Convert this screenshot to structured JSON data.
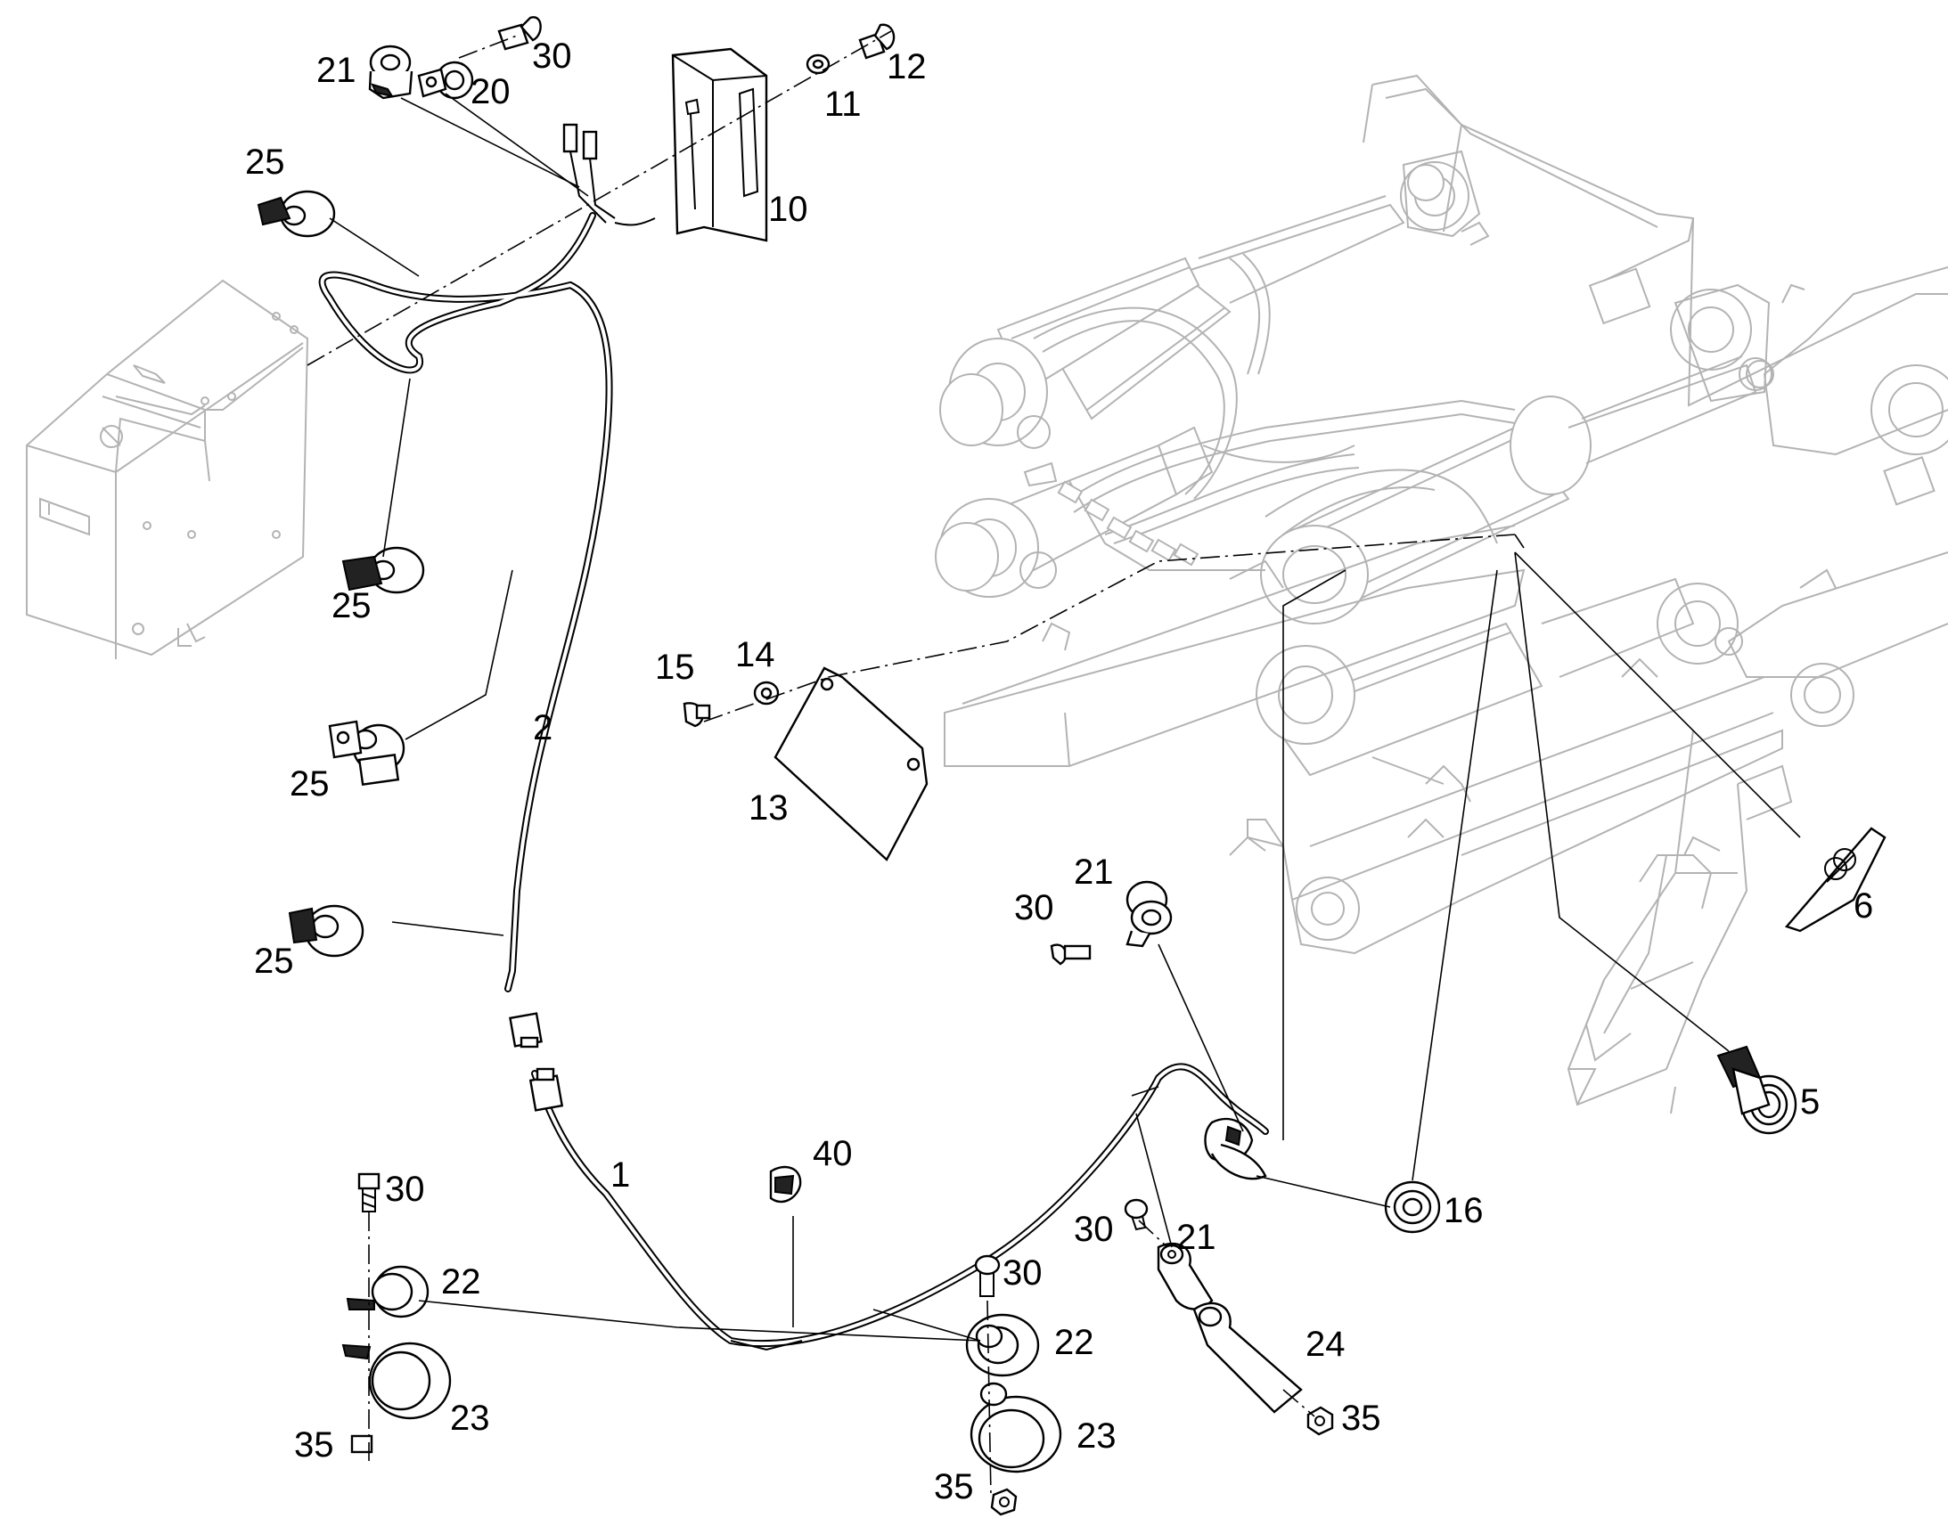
{
  "callouts": [
    {
      "id": "p21a",
      "label": "21"
    },
    {
      "id": "p30a",
      "label": "30"
    },
    {
      "id": "p20",
      "label": "20"
    },
    {
      "id": "p12",
      "label": "12"
    },
    {
      "id": "p11",
      "label": "11"
    },
    {
      "id": "p10",
      "label": "10"
    },
    {
      "id": "p25a",
      "label": "25"
    },
    {
      "id": "p25b",
      "label": "25"
    },
    {
      "id": "p25c",
      "label": "25"
    },
    {
      "id": "p25d",
      "label": "25"
    },
    {
      "id": "p2",
      "label": "2"
    },
    {
      "id": "p15",
      "label": "15"
    },
    {
      "id": "p14",
      "label": "14"
    },
    {
      "id": "p13",
      "label": "13"
    },
    {
      "id": "p21b",
      "label": "21"
    },
    {
      "id": "p30b",
      "label": "30"
    },
    {
      "id": "p6",
      "label": "6"
    },
    {
      "id": "p5",
      "label": "5"
    },
    {
      "id": "p16",
      "label": "16"
    },
    {
      "id": "p1",
      "label": "1"
    },
    {
      "id": "p40",
      "label": "40"
    },
    {
      "id": "p30c",
      "label": "30"
    },
    {
      "id": "p22a",
      "label": "22"
    },
    {
      "id": "p23a",
      "label": "23"
    },
    {
      "id": "p35a",
      "label": "35"
    },
    {
      "id": "p30d",
      "label": "30"
    },
    {
      "id": "p22b",
      "label": "22"
    },
    {
      "id": "p23b",
      "label": "23"
    },
    {
      "id": "p35b",
      "label": "35"
    },
    {
      "id": "p30e",
      "label": "30"
    },
    {
      "id": "p21c",
      "label": "21"
    },
    {
      "id": "p24",
      "label": "24"
    },
    {
      "id": "p35c",
      "label": "35"
    }
  ]
}
